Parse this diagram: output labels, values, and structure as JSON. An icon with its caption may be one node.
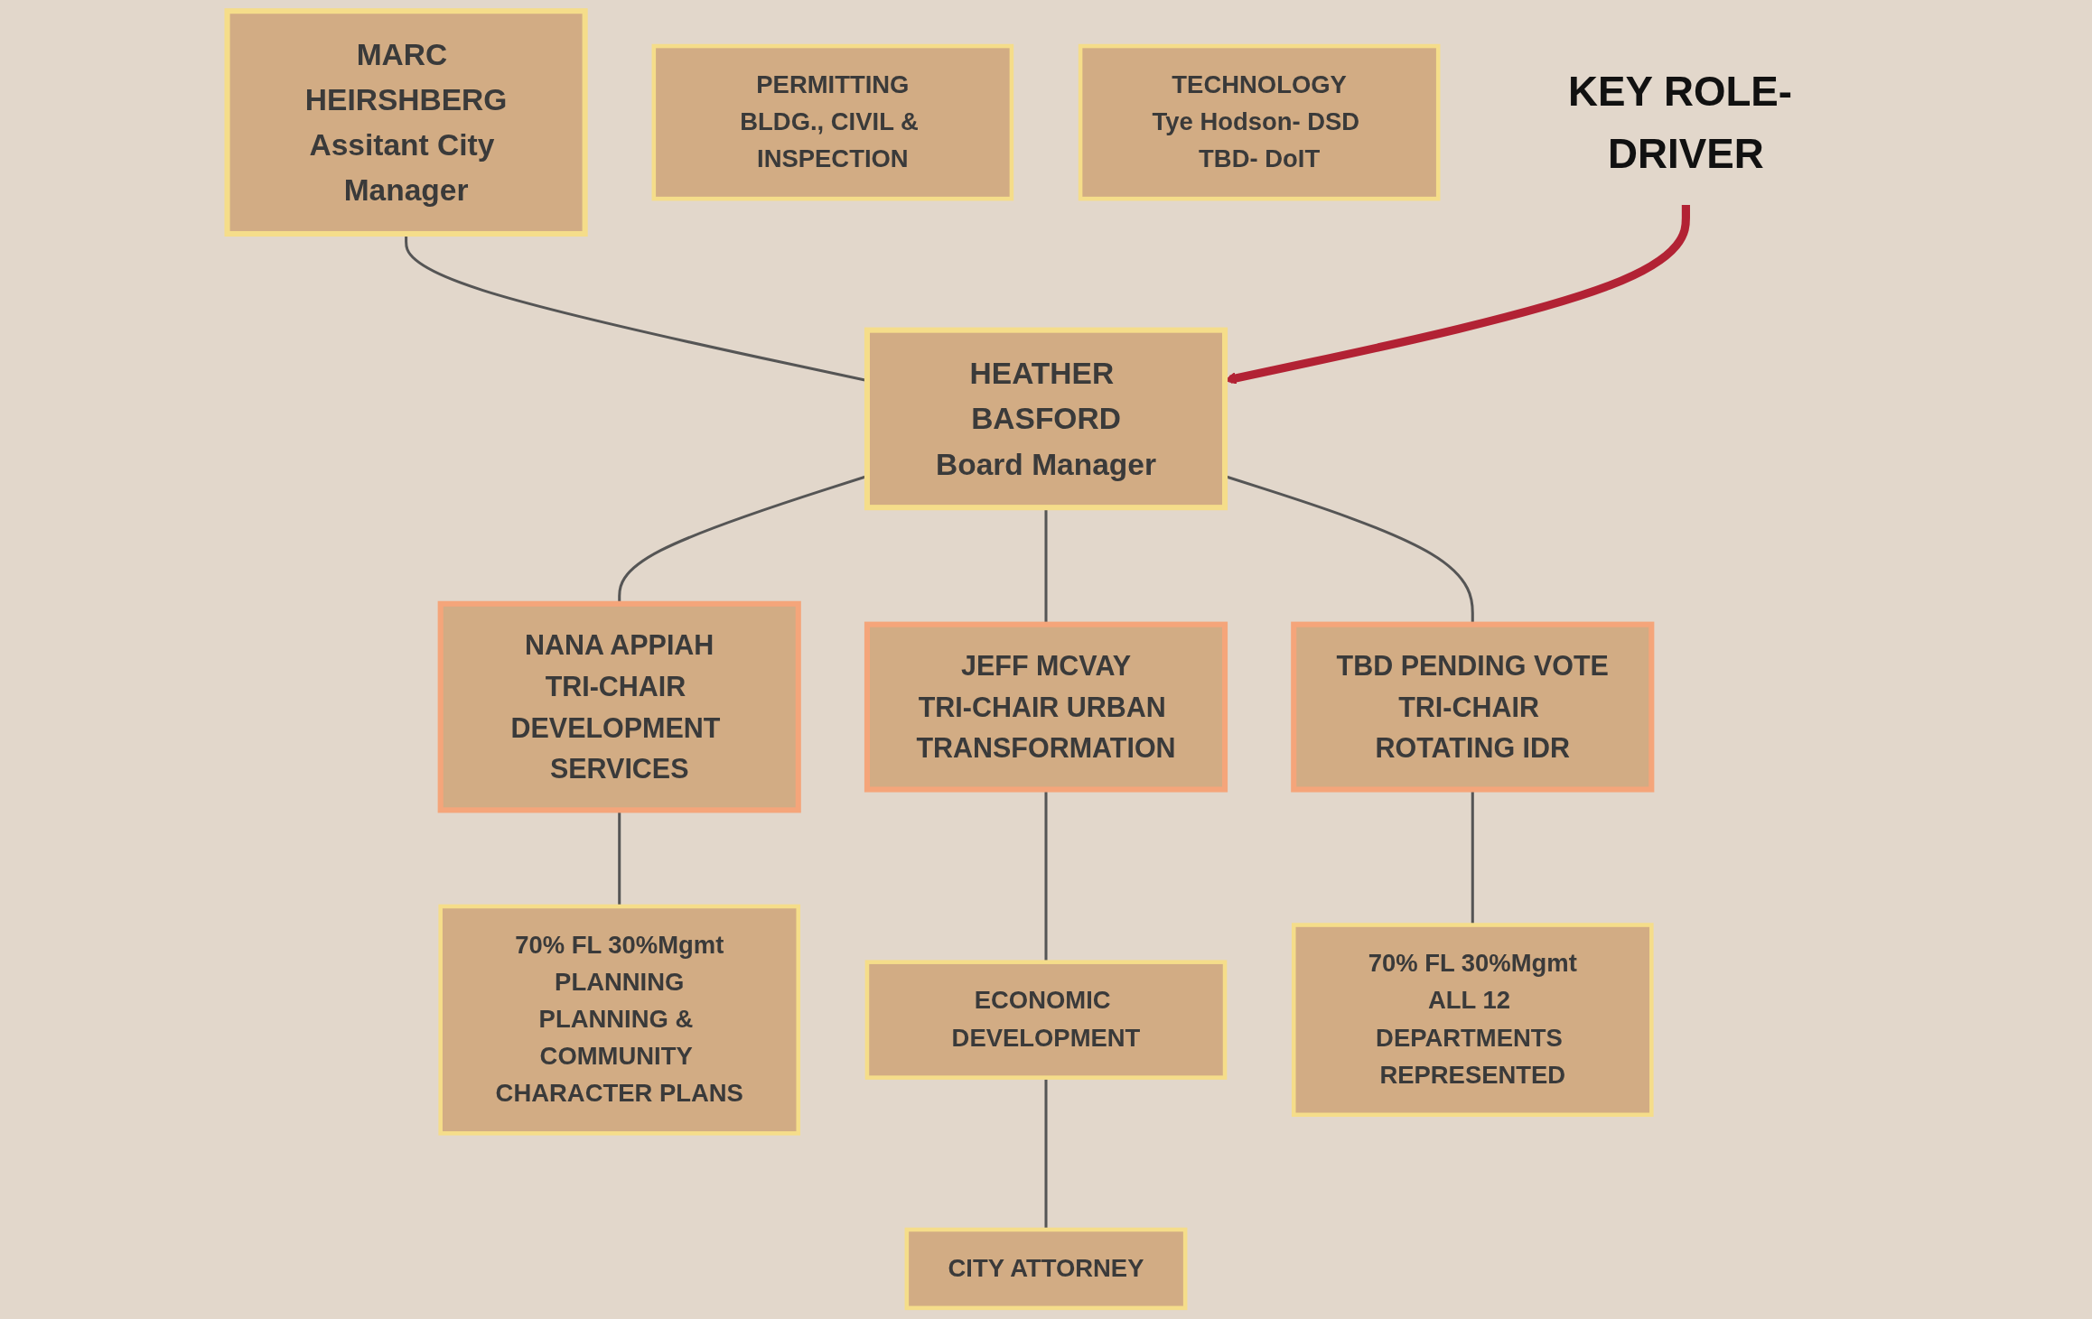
{
  "diagram": {
    "nodes": [
      {
        "text": [
          "MARC HEIRSHBERG",
          "Assitant City Manager"
        ]
      },
      {
        "text": [
          "HEATHER BASFORD",
          "Board Manager"
        ]
      },
      {
        "text": [
          "NANA APPIAH",
          "TRI-CHAIR DEVELOPMENT SERVICES"
        ]
      },
      {
        "text": [
          "JEFF MCVAY",
          "TRI-CHAIR URBAN TRANSFORMATION"
        ]
      },
      {
        "text": [
          "TBD PENDING VOTE",
          "TRI-CHAIR ROTATING IDR"
        ]
      },
      {
        "text": [
          "70% FL 30%Mgmt",
          "PLANNING",
          "PLANNING & COMMUNITY CHARACTER PLANS"
        ]
      },
      {
        "text": [
          "ECONOMIC DEVELOPMENT"
        ]
      },
      {
        "text": [
          "70% FL 30%Mgmt",
          "ALL 12 DEPARTMENTS REPRESENTED"
        ]
      },
      {
        "text": [
          "PERMITTING",
          "BLDG., CIVIL & INSPECTION"
        ]
      },
      {
        "text": [
          "CITY ATTORNEY"
        ]
      },
      {
        "text": [
          "TECHNOLOGY",
          "Tye Hodson- DSD TBD- DoIT"
        ]
      },
      {
        "text": [
          "KEY ROLE- DRIVER"
        ]
      }
    ],
    "edges": [
      {
        "from": 0,
        "to": 1,
        "arrow": "none"
      },
      {
        "from": 1,
        "to": 2,
        "arrow": "none"
      },
      {
        "from": 1,
        "to": 3,
        "arrow": "none"
      },
      {
        "from": 1,
        "to": 4,
        "arrow": "none"
      },
      {
        "from": 2,
        "to": 5,
        "arrow": "none"
      },
      {
        "from": 3,
        "to": 6,
        "arrow": "none"
      },
      {
        "from": 6,
        "to": 9,
        "arrow": "none"
      },
      {
        "from": 4,
        "to": 7,
        "arrow": "none"
      },
      {
        "from": 11,
        "to": 1,
        "arrow": "to",
        "style": "thick",
        "color": "#b22234"
      }
    ]
  }
}
